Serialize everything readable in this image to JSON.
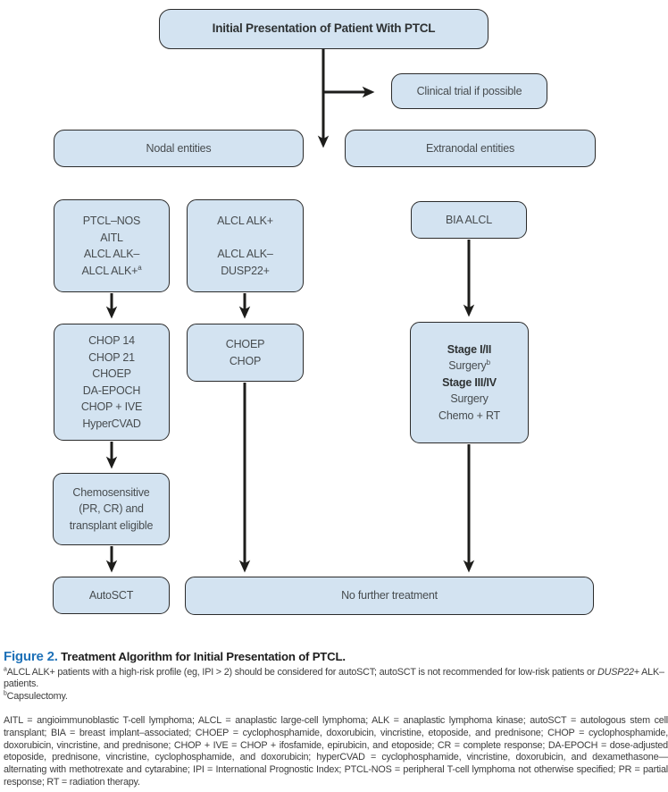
{
  "figure": {
    "flowchart": {
      "root": {
        "label": "Initial Presentation of Patient With PTCL"
      },
      "clinical_trial": {
        "label": "Clinical trial if possible"
      },
      "nodal": {
        "label": "Nodal entities"
      },
      "extranodal": {
        "label": "Extranodal entities"
      },
      "nodal_subtypes": {
        "lines": [
          "PTCL–NOS",
          "AITL",
          "ALCL ALK–",
          "ALCL ALK+"
        ],
        "sup": "a"
      },
      "alcl_subtypes": {
        "lines": [
          "ALCL ALK+",
          "",
          "ALCL ALK–",
          "DUSP22+"
        ]
      },
      "bia_alcl": {
        "label": "BIA ALCL"
      },
      "chop_regimens": {
        "lines": [
          "CHOP 14",
          "CHOP 21",
          "CHOEP",
          "DA-EPOCH",
          "CHOP + IVE",
          "HyperCVAD"
        ]
      },
      "choep_chop": {
        "lines": [
          "CHOEP",
          "CHOP"
        ]
      },
      "stage_treatment": {
        "lines": [
          "Stage I/II",
          "Surgery",
          "Stage III/IV",
          "Surgery",
          "Chemo + RT"
        ],
        "sup": "b"
      },
      "chemosensitive": {
        "lines": [
          "Chemosensitive",
          "(PR, CR) and",
          "transplant eligible"
        ]
      },
      "autosct": {
        "label": "AutoSCT"
      },
      "no_further_treatment": {
        "label": "No further treatment"
      }
    },
    "caption": {
      "label": "Figure 2.",
      "title": " Treatment Algorithm for Initial Presentation of PTCL."
    },
    "footnote_a": {
      "marker": "a",
      "pre": "ALCL ALK+ patients with a high-risk profile (eg, IPI > 2) should be considered for autoSCT; autoSCT is not recommended for low-risk patients or ",
      "italic": "DUSP22",
      "post": "+ ALK– patients."
    },
    "footnote_b": {
      "marker": "b",
      "text": "Capsulectomy."
    },
    "abbreviations": "AITL = angioimmunoblastic T-cell lymphoma; ALCL = anaplastic large-cell lymphoma; ALK = anaplastic lymphoma kinase; autoSCT = autologous stem cell transplant; BIA = breast implant–associated; CHOEP = cyclophosphamide, doxorubicin, vincristine, etoposide, and prednisone; CHOP = cyclophosphamide, doxorubicin, vincristine, and prednisone; CHOP + IVE = CHOP + ifosfamide, epirubicin, and etoposide; CR = complete response; DA-EPOCH = dose-adjusted etoposide, prednisone, vincristine, cyclophosphamide, and doxorubicin; hyperCVAD = cyclophosphamide, vincristine, doxorubicin, and dexamethasone—alternating with methotrexate and cytarabine; IPI = International Prognostic Index; PTCL-NOS = peripheral T-cell lymphoma not otherwise specified; PR = partial response; RT = radiation therapy.",
    "colors": {
      "box_fill": "#d3e3f1",
      "box_border": "#2b2b2b",
      "arrow": "#1d1d1b",
      "caption_blue": "#1e71b8"
    }
  }
}
